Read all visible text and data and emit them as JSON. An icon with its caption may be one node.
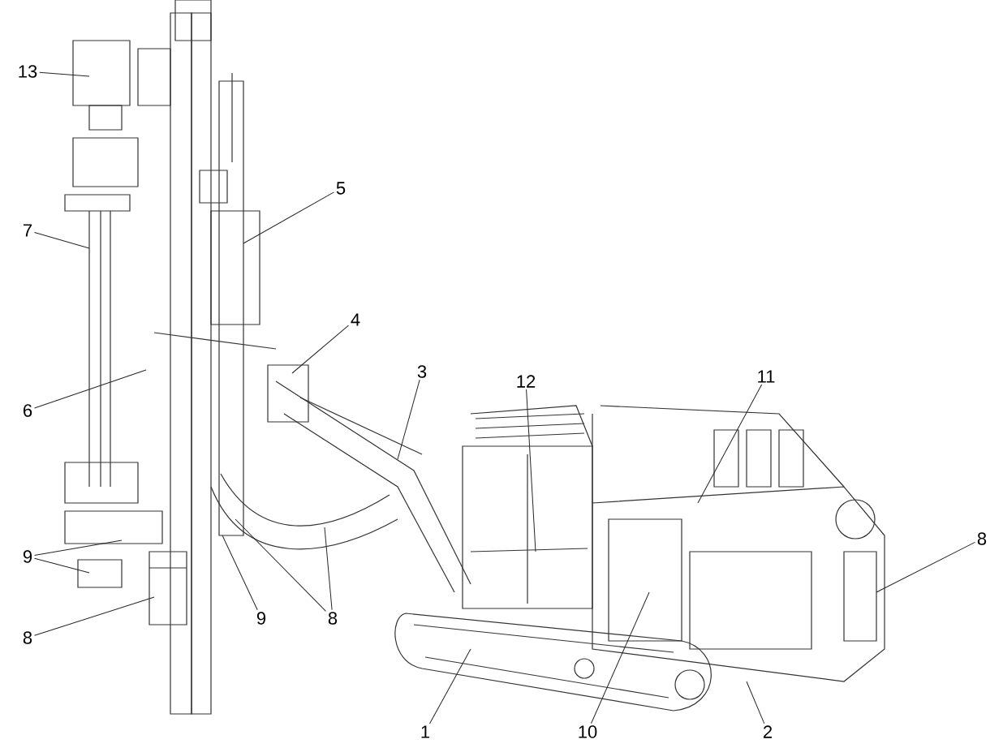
{
  "diagram": {
    "nodes": [
      {
        "text": [
          "13"
        ]
      },
      {
        "text": [
          "7"
        ]
      },
      {
        "text": [
          "5"
        ]
      },
      {
        "text": [
          "4"
        ]
      },
      {
        "text": [
          "6"
        ]
      },
      {
        "text": [
          "3"
        ]
      },
      {
        "text": [
          "12"
        ]
      },
      {
        "text": [
          "11"
        ]
      },
      {
        "text": [
          "8"
        ]
      },
      {
        "text": [
          "9"
        ]
      },
      {
        "text": [
          "8"
        ]
      },
      {
        "text": [
          "9"
        ]
      },
      {
        "text": [
          "8"
        ]
      },
      {
        "text": [
          "1"
        ]
      },
      {
        "text": [
          "10"
        ]
      },
      {
        "text": [
          "2"
        ]
      }
    ],
    "edges": [
      {
        "from": 0,
        "to": null,
        "arrow": "none"
      },
      {
        "from": 1,
        "to": null,
        "arrow": "none"
      },
      {
        "from": 2,
        "to": null,
        "arrow": "none"
      },
      {
        "from": 3,
        "to": null,
        "arrow": "none"
      },
      {
        "from": 4,
        "to": null,
        "arrow": "none"
      },
      {
        "from": 5,
        "to": null,
        "arrow": "none"
      },
      {
        "from": 6,
        "to": null,
        "arrow": "none"
      },
      {
        "from": 7,
        "to": null,
        "arrow": "none"
      },
      {
        "from": 8,
        "to": null,
        "arrow": "none"
      },
      {
        "from": 9,
        "to": null,
        "arrow": "none"
      },
      {
        "from": 9,
        "to": null,
        "arrow": "none"
      },
      {
        "from": 10,
        "to": null,
        "arrow": "none"
      },
      {
        "from": 11,
        "to": null,
        "arrow": "none"
      },
      {
        "from": 12,
        "to": null,
        "arrow": "none"
      },
      {
        "from": 12,
        "to": null,
        "arrow": "none"
      },
      {
        "from": 13,
        "to": null,
        "arrow": "none"
      },
      {
        "from": 14,
        "to": null,
        "arrow": "none"
      },
      {
        "from": 15,
        "to": null,
        "arrow": "none"
      }
    ]
  }
}
